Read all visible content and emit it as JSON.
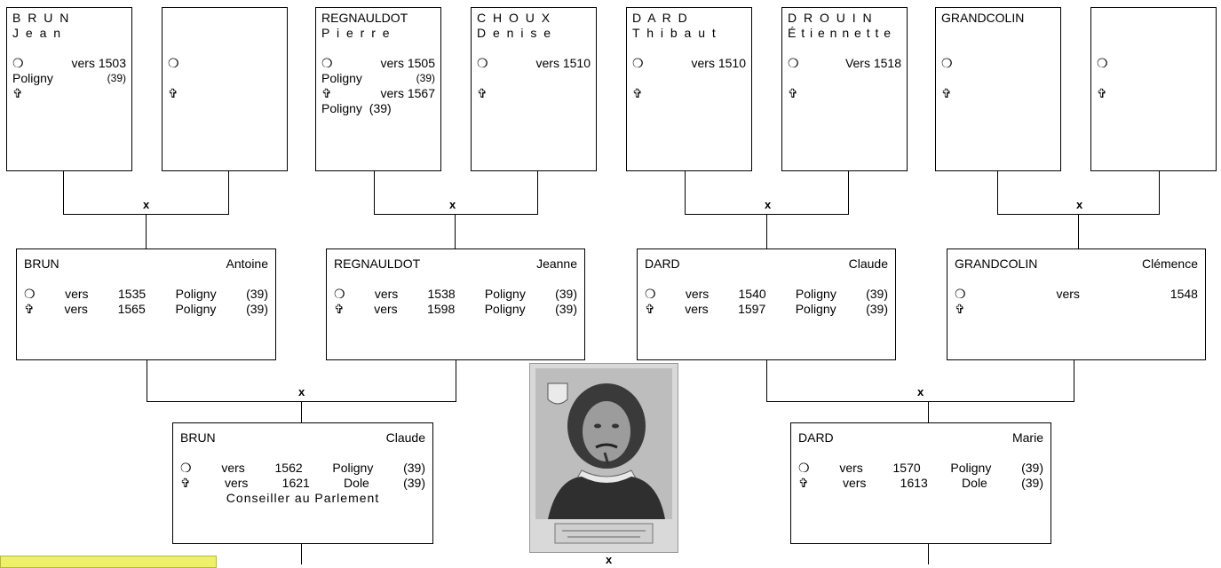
{
  "gen1": [
    {
      "surname": "B R U N",
      "given": "J e a n",
      "birth_text": "vers 1503",
      "birth_place": "Poligny",
      "birth_dept": "(39)",
      "death_text": "",
      "death_line2": ""
    },
    {
      "surname": "",
      "given": "",
      "birth_text": "",
      "birth_place": "",
      "birth_dept": "",
      "death_text": "",
      "death_line2": ""
    },
    {
      "surname": "REGNAULDOT",
      "given": "P i e r r e",
      "birth_text": "vers 1505",
      "birth_place": "Poligny",
      "birth_dept": "(39)",
      "death_text": "vers 1567",
      "death_line2": "Poligny (39)"
    },
    {
      "surname": "C H O U X",
      "given": "D e n i s e",
      "birth_text": "vers 1510",
      "birth_place": "",
      "birth_dept": "",
      "death_text": "",
      "death_line2": ""
    },
    {
      "surname": "D A R D",
      "given": "T h i b a u t",
      "birth_text": "vers 1510",
      "birth_place": "",
      "birth_dept": "",
      "death_text": "",
      "death_line2": ""
    },
    {
      "surname": "D R O U I N",
      "given": "É t i e n n e t t e",
      "birth_text": "Vers 1518",
      "birth_place": "",
      "birth_dept": "",
      "death_text": "",
      "death_line2": ""
    },
    {
      "surname": "GRANDCOLIN",
      "given": "",
      "birth_text": "",
      "birth_place": "",
      "birth_dept": "",
      "death_text": "",
      "death_line2": ""
    },
    {
      "surname": "",
      "given": "",
      "birth_text": "",
      "birth_place": "",
      "birth_dept": "",
      "death_text": "",
      "death_line2": ""
    }
  ],
  "gen2": [
    {
      "surname": "BRUN",
      "given": "Antoine",
      "birth": [
        "vers",
        "1535",
        "Poligny",
        "(39)"
      ],
      "death": [
        "vers",
        "1565",
        "Poligny",
        "(39)"
      ]
    },
    {
      "surname": "REGNAULDOT",
      "given": "Jeanne",
      "birth": [
        "vers",
        "1538",
        "Poligny",
        "(39)"
      ],
      "death": [
        "vers",
        "1598",
        "Poligny",
        "(39)"
      ]
    },
    {
      "surname": "DARD",
      "given": "Claude",
      "birth": [
        "vers",
        "1540",
        "Poligny",
        "(39)"
      ],
      "death": [
        "vers",
        "1597",
        "Poligny",
        "(39)"
      ]
    },
    {
      "surname": "GRANDCOLIN",
      "given": "Clémence",
      "birth": [
        "vers",
        "1548"
      ],
      "death": []
    }
  ],
  "gen3": [
    {
      "surname": "BRUN",
      "given": "Claude",
      "birth": [
        "vers",
        "1562",
        "Poligny",
        "(39)"
      ],
      "death": [
        "vers",
        "1621",
        "Dole",
        "(39)"
      ],
      "occupation": "Conseiller au Parlement"
    },
    {
      "surname": "DARD",
      "given": "Marie",
      "birth": [
        "vers",
        "1570",
        "Poligny",
        "(39)"
      ],
      "death": [
        "vers",
        "1613",
        "Dole",
        "(39)"
      ],
      "occupation": ""
    }
  ],
  "symbols": {
    "birth": "❍",
    "death": "✞"
  },
  "marriage_mark": "x",
  "portrait_icon": "engraved-portrait",
  "colors": {
    "banner": "#eef06a"
  }
}
